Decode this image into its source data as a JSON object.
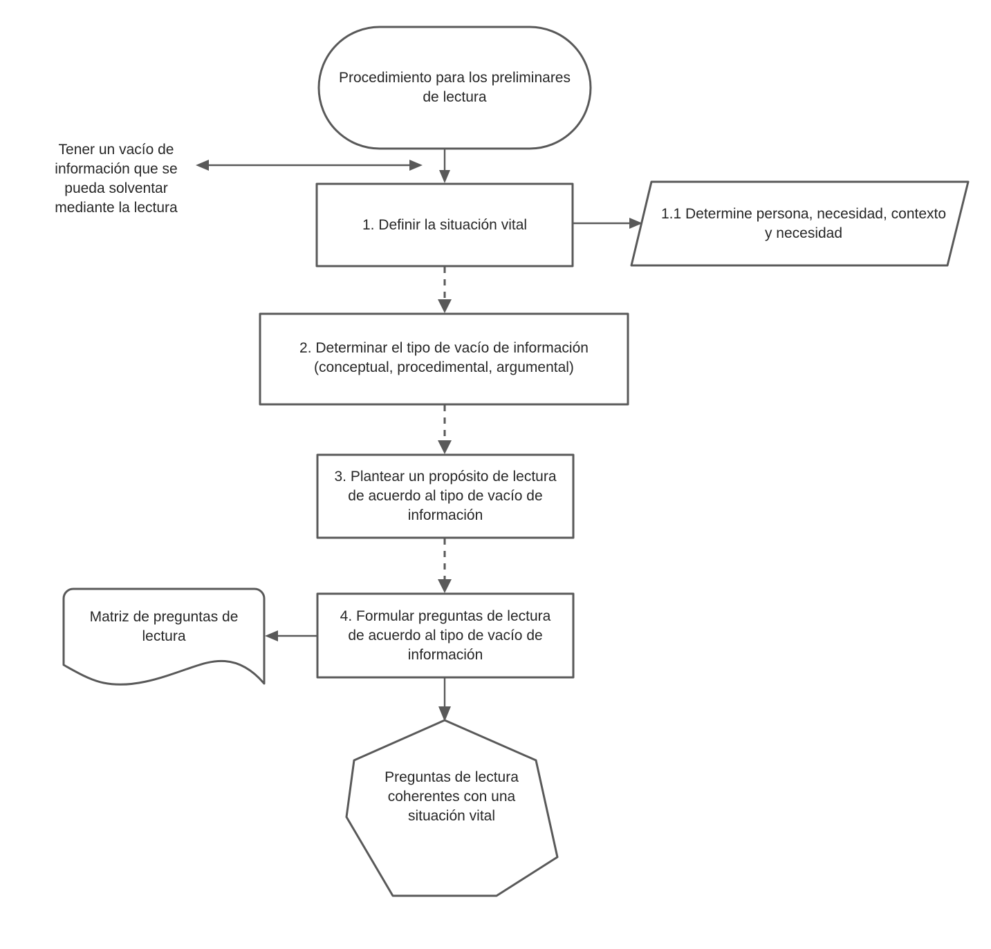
{
  "diagram": {
    "title": "Procedimiento para los preliminares de lectura",
    "style": {
      "stroke_color": "#595959",
      "text_color": "#262626",
      "background": "#ffffff"
    },
    "nodes": {
      "terminal_start": {
        "shape": "stadium",
        "label": "Procedimiento para los preliminares\nde lectura"
      },
      "note_gap": {
        "shape": "text",
        "label": "Tener un vacío de\ninformación que se\npueda solventar\nmediante la lectura"
      },
      "step1": {
        "shape": "rectangle",
        "label": "1. Definir la situación vital"
      },
      "step1_1": {
        "shape": "parallelogram",
        "label": "1.1 Determine persona, necesidad, contexto\ny necesidad"
      },
      "step2": {
        "shape": "rectangle",
        "label": "2. Determinar el tipo de vacío de información\n(conceptual, procedimental, argumental)"
      },
      "step3": {
        "shape": "rectangle",
        "label": "3. Plantear un propósito de lectura\nde acuerdo al tipo de vacío de\ninformación"
      },
      "step4": {
        "shape": "rectangle",
        "label": "4. Formular preguntas de lectura\nde acuerdo al tipo de vacío de\ninformación"
      },
      "document_matrix": {
        "shape": "document",
        "label": "Matriz de preguntas de\nlectura"
      },
      "terminal_end": {
        "shape": "heptagon",
        "label": "Preguntas de lectura\ncoherentes con una\nsituación vital"
      }
    },
    "connectors": [
      {
        "name": "terminal-to-step1",
        "from": "terminal_start",
        "to": "step1",
        "style": "solid",
        "arrow": "single"
      },
      {
        "name": "note-bidirectional",
        "from": "note_gap",
        "to": "step1",
        "style": "solid",
        "arrow": "double"
      },
      {
        "name": "step1-to-step1-1",
        "from": "step1",
        "to": "step1_1",
        "style": "solid",
        "arrow": "single"
      },
      {
        "name": "step1-to-step2",
        "from": "step1",
        "to": "step2",
        "style": "dashed",
        "arrow": "single"
      },
      {
        "name": "step2-to-step3",
        "from": "step2",
        "to": "step3",
        "style": "dashed",
        "arrow": "single"
      },
      {
        "name": "step3-to-step4",
        "from": "step3",
        "to": "step4",
        "style": "dashed",
        "arrow": "single"
      },
      {
        "name": "step4-to-document",
        "from": "step4",
        "to": "document_matrix",
        "style": "solid",
        "arrow": "single"
      },
      {
        "name": "step4-to-terminal-end",
        "from": "step4",
        "to": "terminal_end",
        "style": "solid",
        "arrow": "single"
      }
    ]
  }
}
